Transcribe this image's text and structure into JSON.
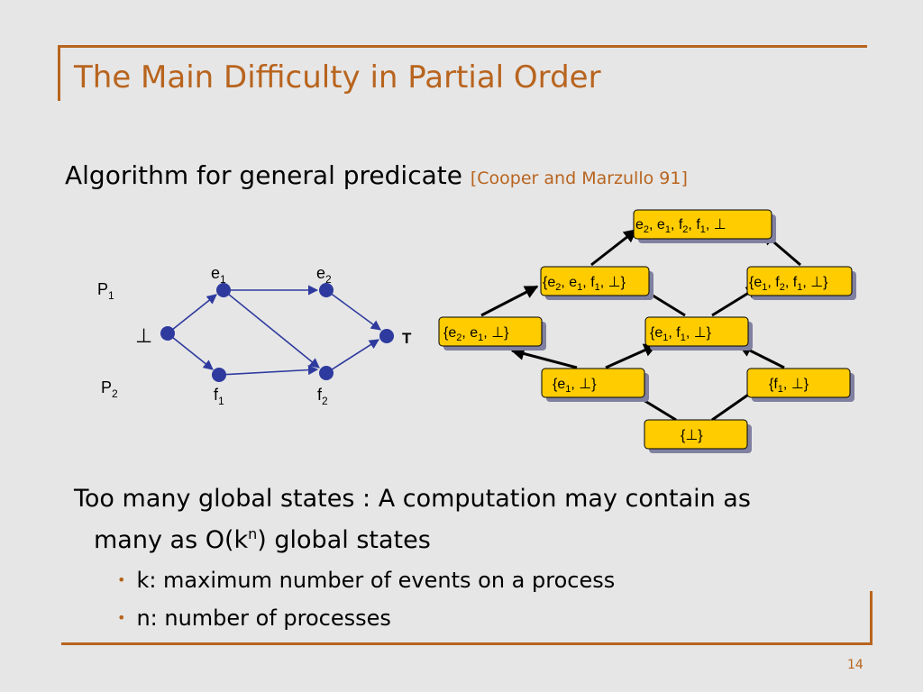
{
  "slide": {
    "title": "The Main Difficulty in Partial Order",
    "heading": "Algorithm for general predicate",
    "citation": "[Cooper and Marzullo 91]",
    "paragraph_line1": "Too many global states : A computation may contain as",
    "paragraph_line2_prefix": "many as O(k",
    "paragraph_line2_sup": "n",
    "paragraph_line2_suffix": ") global states",
    "bullets": [
      "k: maximum number of events on a process",
      "n: number of processes"
    ],
    "slide_number": "14"
  },
  "process_diagram": {
    "labels": {
      "p1": {
        "main": "P",
        "sub": "1"
      },
      "p2": {
        "main": "P",
        "sub": "2"
      },
      "bottom": "⊥",
      "top": "T",
      "e1": {
        "main": "e",
        "sub": "1"
      },
      "e2": {
        "main": "e",
        "sub": "2"
      },
      "f1": {
        "main": "f",
        "sub": "1"
      },
      "f2": {
        "main": "f",
        "sub": "2"
      }
    }
  },
  "lattice": {
    "colors": {
      "fill": "#ffcc00",
      "shadow": "#8080a0",
      "node": "#2e3a9e"
    },
    "states": {
      "s_e2e1f2f1": [
        {
          "t": "e"
        },
        {
          "s": "2"
        },
        {
          "t": ", e"
        },
        {
          "s": "1"
        },
        {
          "t": ", f"
        },
        {
          "s": "2"
        },
        {
          "t": ", f"
        },
        {
          "s": "1"
        },
        {
          "t": ", ⊥"
        }
      ],
      "s_e2e1f1": [
        {
          "t": "{e"
        },
        {
          "s": "2"
        },
        {
          "t": ", e"
        },
        {
          "s": "1"
        },
        {
          "t": ", f"
        },
        {
          "s": "1"
        },
        {
          "t": ", ⊥}"
        }
      ],
      "s_e1f2f1": [
        {
          "t": "{e"
        },
        {
          "s": "1"
        },
        {
          "t": ", f"
        },
        {
          "s": "2"
        },
        {
          "t": ", f"
        },
        {
          "s": "1"
        },
        {
          "t": ", ⊥}"
        }
      ],
      "s_e2e1": [
        {
          "t": "{e"
        },
        {
          "s": "2"
        },
        {
          "t": ", e"
        },
        {
          "s": "1"
        },
        {
          "t": ", ⊥}"
        }
      ],
      "s_e1f1": [
        {
          "t": "{e"
        },
        {
          "s": "1"
        },
        {
          "t": ", f"
        },
        {
          "s": "1"
        },
        {
          "t": ", ⊥}"
        }
      ],
      "s_e1": [
        {
          "t": "{e"
        },
        {
          "s": "1"
        },
        {
          "t": ", ⊥}"
        }
      ],
      "s_f1": [
        {
          "t": "{f"
        },
        {
          "s": "1"
        },
        {
          "t": ", ⊥}"
        }
      ],
      "s_bottom": [
        {
          "t": "{⊥}"
        }
      ]
    }
  }
}
